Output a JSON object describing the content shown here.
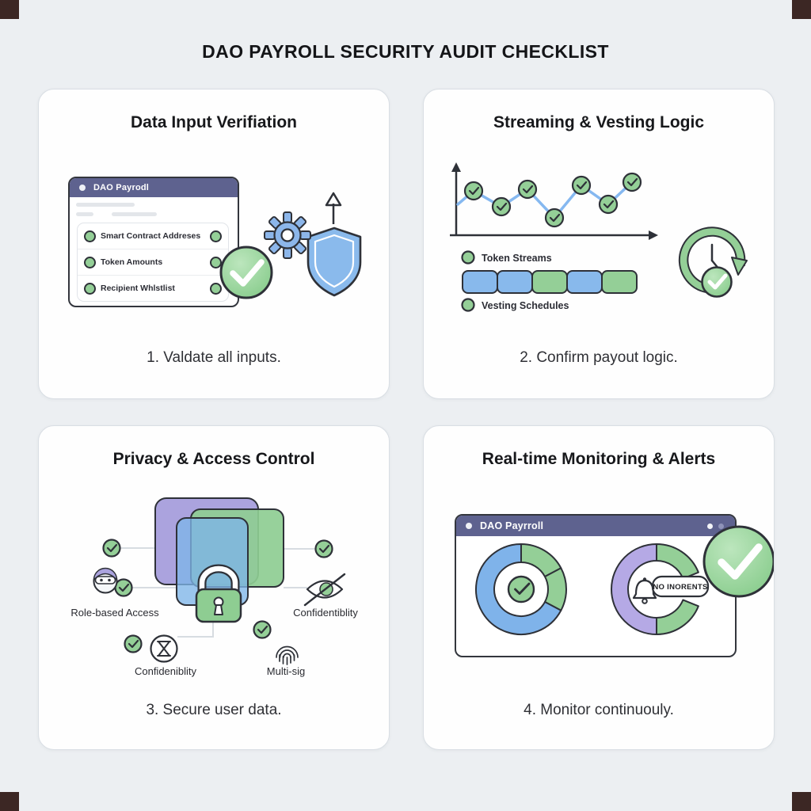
{
  "page_title": "DAO PAYROLL SECURITY AUDIT CHECKLIST",
  "colors": {
    "green": "#94cf97",
    "blue": "#88b9ec",
    "donut_blue": "#7fb3ea",
    "donut_purple": "#b5a9e5",
    "purple_square": "#aba3de",
    "titlebar_purple": "#5e628f",
    "line_blue": "#85b8f0",
    "outline": "#2e3138"
  },
  "panels": {
    "verification": {
      "title": "Data Input Verifiation",
      "caption": "1. Valdate all inputs.",
      "window_title": "DAO Payrodl",
      "checklist": [
        "Smart Contract Addreses",
        "Token Amounts",
        "Recipient Whlstlist"
      ]
    },
    "streaming": {
      "title": "Streaming & Vesting Logic",
      "caption": "2. Confirm payout logic.",
      "legend_streams": "Token Streams",
      "legend_vesting": "Vesting Schedules",
      "line_points": [
        [
          43,
          145
        ],
        [
          63,
          128
        ],
        [
          98,
          148
        ],
        [
          131,
          126
        ],
        [
          165,
          162
        ],
        [
          199,
          121
        ],
        [
          233,
          145
        ],
        [
          263,
          117
        ]
      ],
      "bar_segments": [
        "blue",
        "blue",
        "green",
        "blue",
        "green"
      ]
    },
    "privacy": {
      "title": "Privacy & Access Control",
      "caption": "3. Secure user data.",
      "label_role": "Role-based Access",
      "label_confidentiality_right": "Confidentiblity",
      "label_confidentiality_bottom": "Confideniblity",
      "label_multisig": "Multi-sig"
    },
    "monitoring": {
      "title": "Real-time Monitoring & Alerts",
      "caption": "4. Monitor continuouly.",
      "window_title": "DAO Payrroll",
      "badge": "NO INORENTS",
      "donut_left": [
        {
          "from": 0,
          "to": 62,
          "color": "green"
        },
        {
          "from": 62,
          "to": 118,
          "color": "green"
        },
        {
          "from": 118,
          "to": 360,
          "color": "blue"
        }
      ],
      "donut_right": [
        {
          "from": 180,
          "to": 360,
          "color": "purple"
        },
        {
          "from": 112,
          "to": 180,
          "color": "green"
        },
        {
          "from": 0,
          "to": 68,
          "color": "green"
        }
      ]
    }
  }
}
